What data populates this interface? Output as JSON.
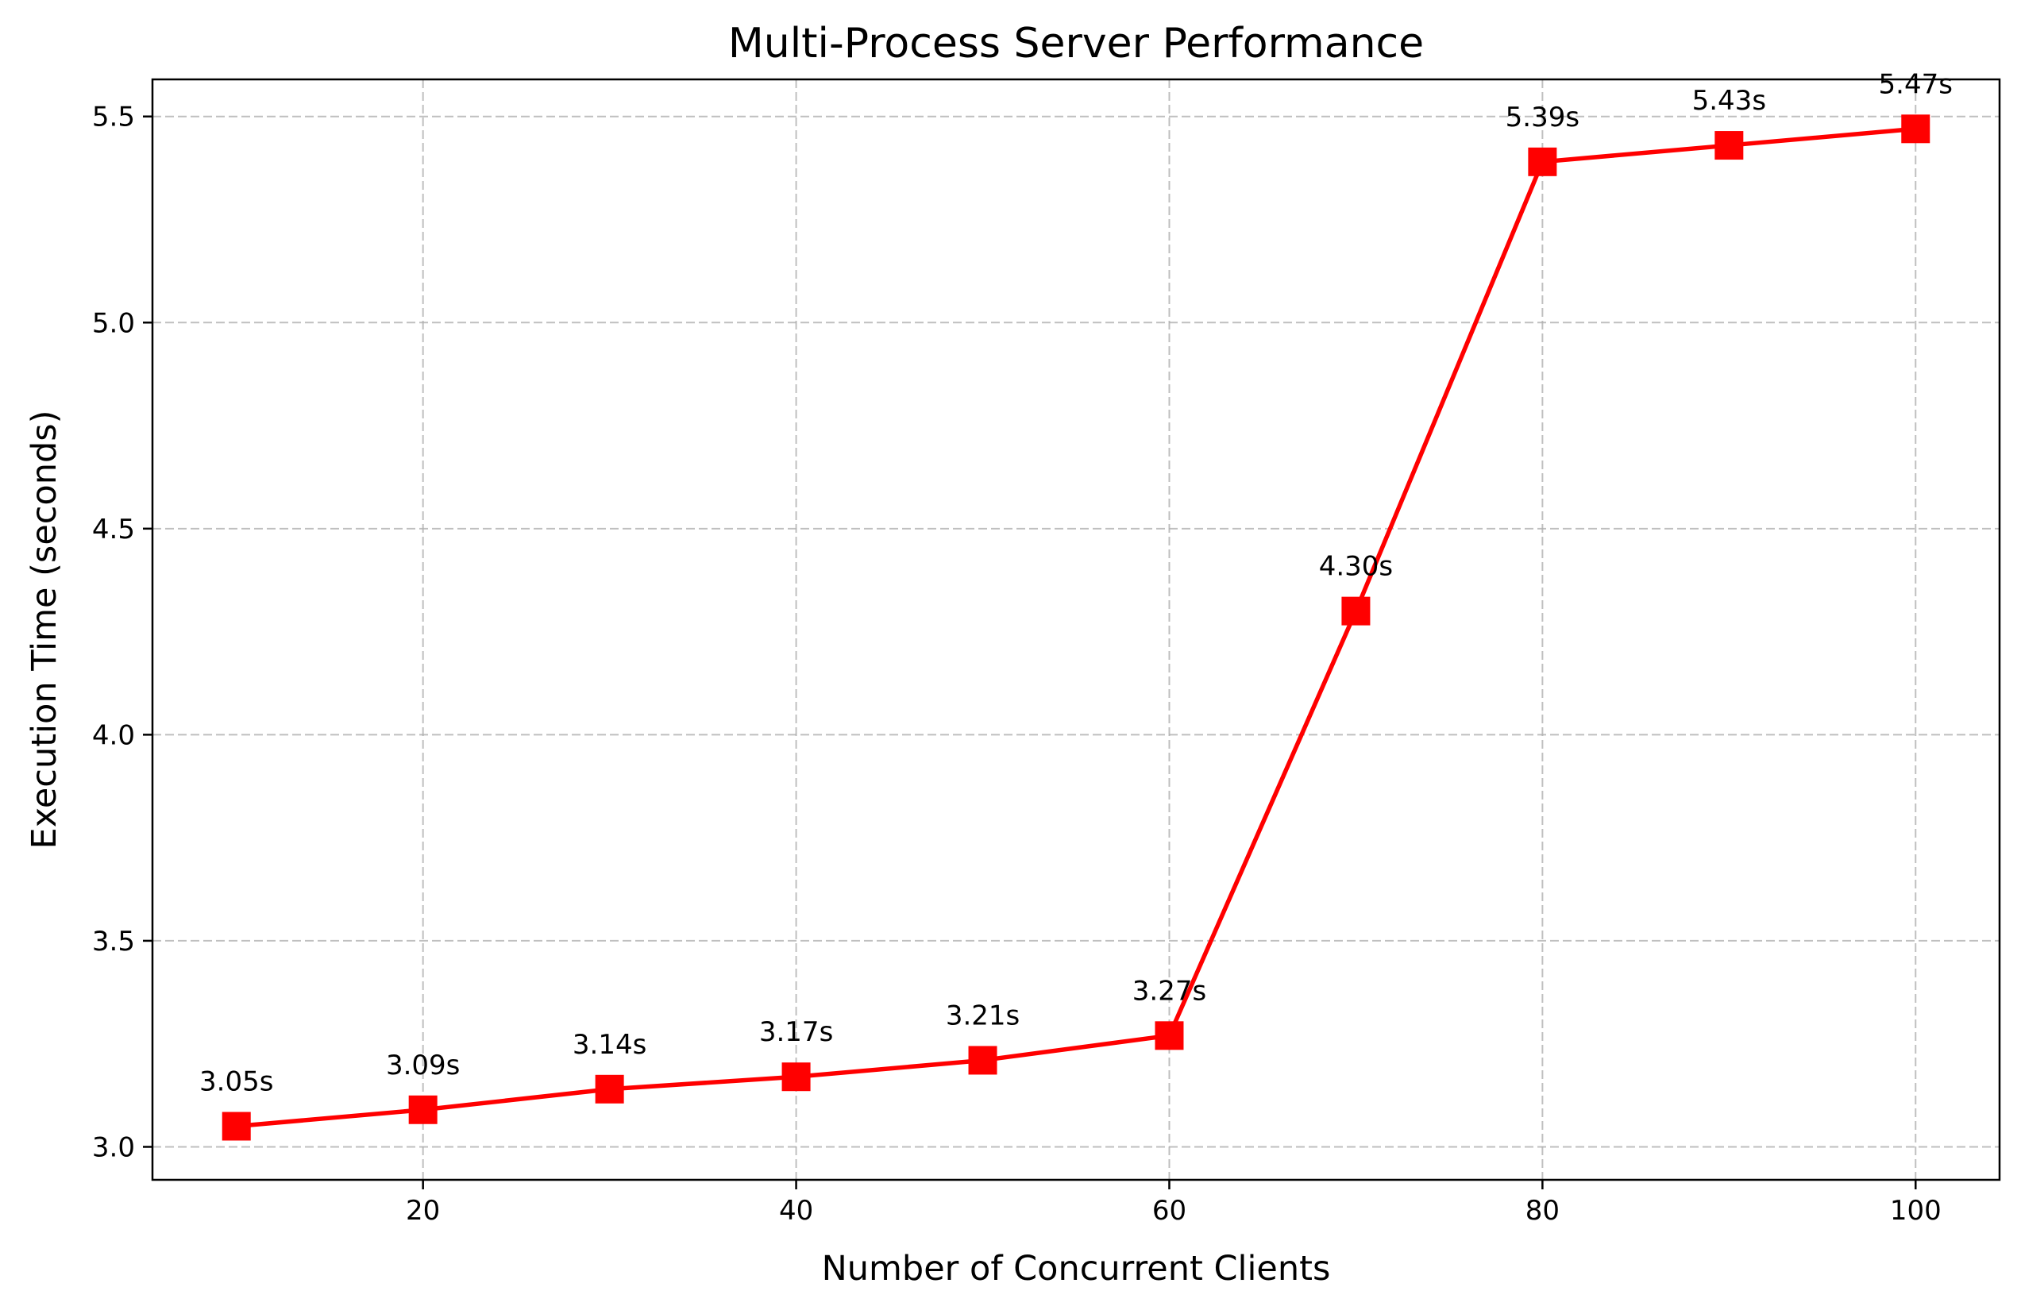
{
  "chart_data": {
    "type": "line",
    "title": "Multi-Process Server Performance",
    "xlabel": "Number of Concurrent Clients",
    "ylabel": "Execution Time (seconds)",
    "x": [
      10,
      20,
      30,
      40,
      50,
      60,
      70,
      80,
      90,
      100
    ],
    "series": [
      {
        "values": [
          3.05,
          3.09,
          3.14,
          3.17,
          3.21,
          3.27,
          4.3,
          5.39,
          5.43,
          5.47
        ],
        "data_labels": [
          "3.05s",
          "3.09s",
          "3.14s",
          "3.17s",
          "3.21s",
          "3.27s",
          "4.30s",
          "5.39s",
          "5.43s",
          "5.47s"
        ],
        "color": "#ff0000",
        "marker": "square"
      }
    ],
    "xlim": [
      5.5,
      104.5
    ],
    "ylim": [
      2.92,
      5.59
    ],
    "xticks": [
      20,
      40,
      60,
      80,
      100
    ],
    "xtick_labels": [
      "20",
      "40",
      "60",
      "80",
      "100"
    ],
    "yticks": [
      3.0,
      3.5,
      4.0,
      4.5,
      5.0,
      5.5
    ],
    "ytick_labels": [
      "3.0",
      "3.5",
      "4.0",
      "4.5",
      "5.0",
      "5.5"
    ],
    "grid": true,
    "legend": "none"
  }
}
